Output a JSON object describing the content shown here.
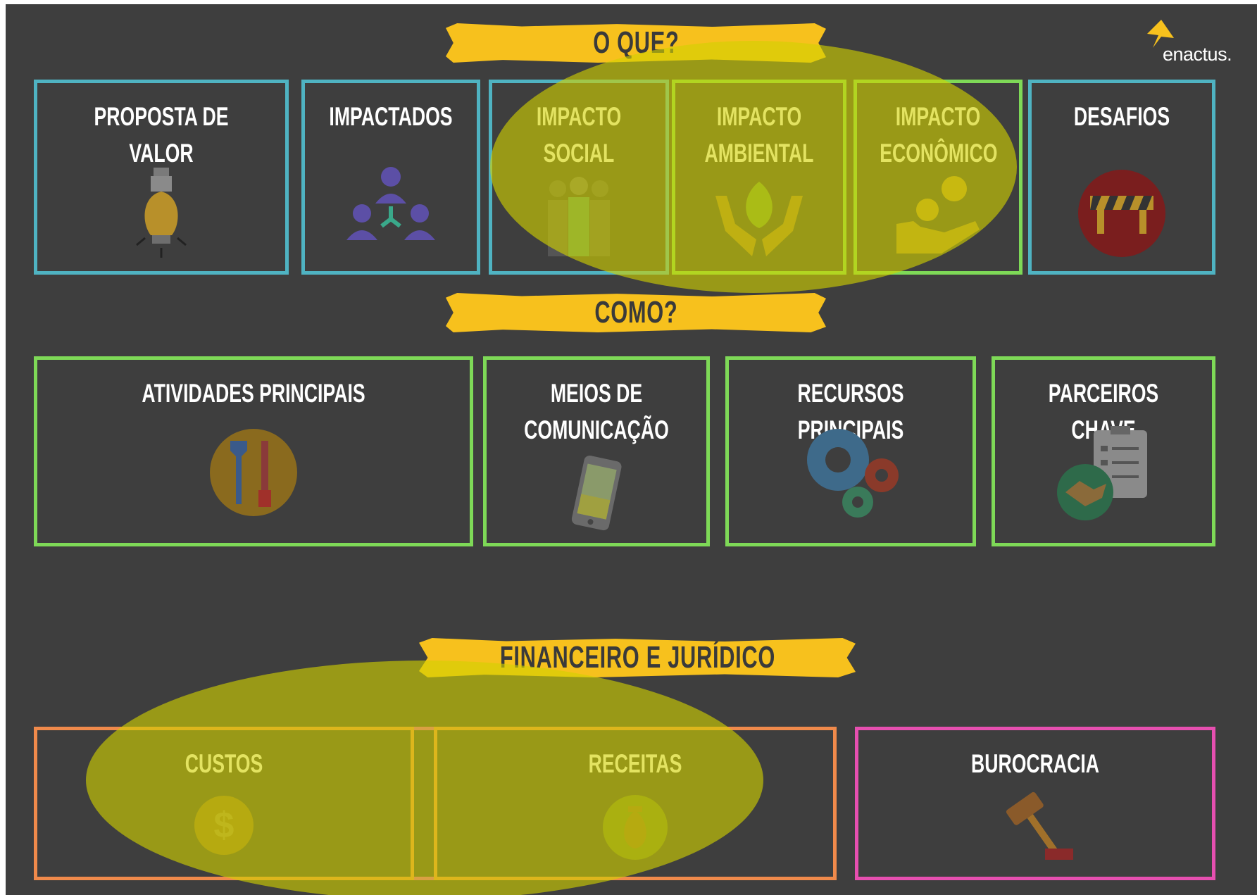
{
  "logo": {
    "text": "enactus."
  },
  "sections": {
    "what": "O QUE?",
    "how": "COMO?",
    "finance": "FINANCEIRO E JURÍDICO"
  },
  "what_boxes": [
    {
      "label": "PROPOSTA DE VALOR",
      "icon": "lightbulb-icon",
      "border": "#4fb3c2"
    },
    {
      "label": "IMPACTADOS",
      "icon": "people-network-icon",
      "border": "#4fb3c2"
    },
    {
      "label": "IMPACTO\nSOCIAL",
      "icon": "group-people-icon",
      "border": "#4fb3c2"
    },
    {
      "label": "IMPACTO\nAMBIENTAL",
      "icon": "hands-leaf-icon",
      "border": "#7ed957"
    },
    {
      "label": "IMPACTO\nECONÔMICO",
      "icon": "hand-coins-icon",
      "border": "#7ed957"
    },
    {
      "label": "DESAFIOS",
      "icon": "barrier-icon",
      "border": "#4fb3c2"
    }
  ],
  "how_boxes": [
    {
      "label": "ATIVIDADES PRINCIPAIS",
      "icon": "wrench-screwdriver-icon",
      "border": "#7ed957"
    },
    {
      "label": "MEIOS DE\nCOMUNICAÇÃO",
      "icon": "smartphone-icon",
      "border": "#7ed957"
    },
    {
      "label": "RECURSOS PRINCIPAIS",
      "icon": "gears-icon",
      "border": "#7ed957"
    },
    {
      "label": "PARCEIROS CHAVE",
      "icon": "handshake-clipboard-icon",
      "border": "#7ed957"
    }
  ],
  "finance_boxes": [
    {
      "label": "CUSTOS",
      "icon": "dollar-coin-icon",
      "border": "#f08a4b"
    },
    {
      "label": "RECEITAS",
      "icon": "money-bag-icon",
      "border": "#f08a4b"
    },
    {
      "label": "BUROCRACIA",
      "icon": "gavel-icon",
      "border": "#e64fb0"
    }
  ],
  "colors": {
    "background": "#3e3e3e",
    "banner": "#f7c11d",
    "blue_border": "#4fb3c2",
    "green_border": "#7ed957",
    "pink_border": "#e64fb0",
    "orange_border": "#f08a4b",
    "highlight": "#d2d200"
  }
}
